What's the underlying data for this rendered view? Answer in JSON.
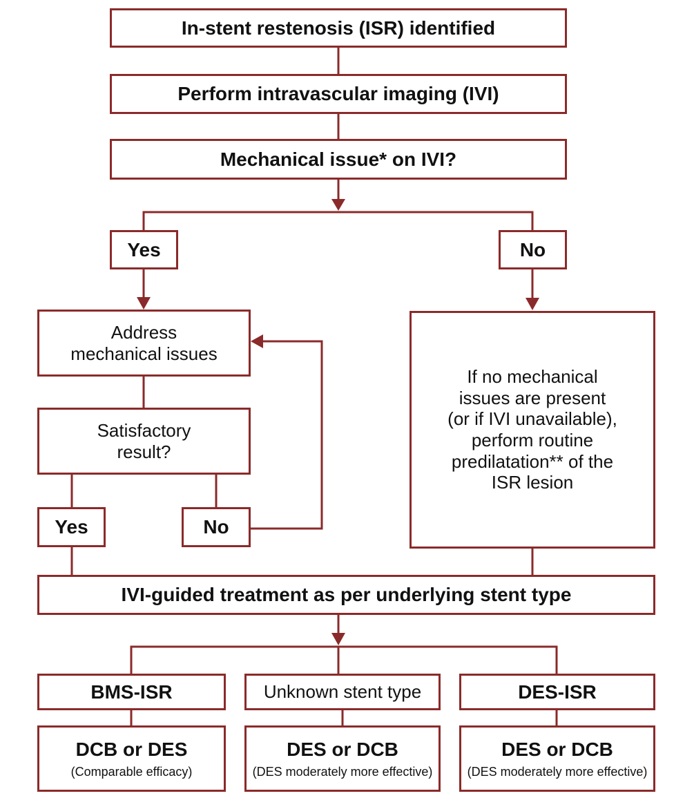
{
  "colors": {
    "border": "#8b2a2a",
    "connector": "#8b2a2a",
    "text": "#111111",
    "background": "#ffffff"
  },
  "nodes": {
    "isr_identified": "In-stent restenosis (ISR) identified",
    "perform_ivi": "Perform intravascular imaging (IVI)",
    "mechanical_issue_question": "Mechanical issue* on IVI?",
    "yes_top": "Yes",
    "no_top": "No",
    "address_mechanical": [
      "Address",
      "mechanical issues"
    ],
    "satisfactory_result": [
      "Satisfactory",
      "result?"
    ],
    "yes_bottom": "Yes",
    "no_bottom": "No",
    "no_mechanical_text": [
      "If no mechanical",
      "issues are present",
      "(or if IVI unavailable),",
      "perform routine",
      "predilatation** of the",
      "ISR lesion"
    ],
    "ivi_guided": "IVI-guided treatment as per underlying stent type",
    "bms_isr": "BMS-ISR",
    "unknown_stent": "Unknown stent type",
    "des_isr": "DES-ISR",
    "bms_treatment": "DCB or DES",
    "bms_note": "(Comparable efficacy)",
    "unknown_treatment": "DES or DCB",
    "unknown_note": "(DES moderately more effective)",
    "des_treatment": "DES or DCB",
    "des_note": "(DES moderately more effective)"
  }
}
